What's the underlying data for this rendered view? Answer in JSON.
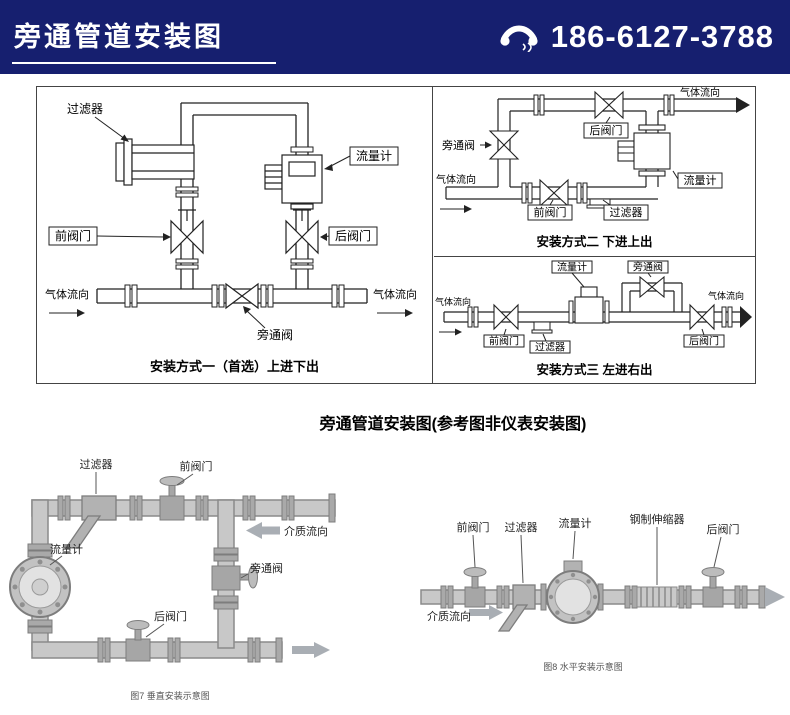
{
  "colors": {
    "header_bg": "#161f6f",
    "header_fg": "#ffffff"
  },
  "header": {
    "title": "旁通管道安装图",
    "phone": "186-6127-3788"
  },
  "subtitle": "旁通管道安装图(参考图非仪表安装图)",
  "panel1": {
    "caption": "安装方式一（首选）上进下出",
    "labels": {
      "filter": "过滤器",
      "flow_meter": "流量计",
      "front_valve": "前阀门",
      "rear_valve": "后阀门",
      "bypass_valve": "旁通阀",
      "gas_flow_in": "气体流向",
      "gas_flow_out": "气体流向"
    }
  },
  "panel2": {
    "caption": "安装方式二 下进上出",
    "labels": {
      "gas_flow_out": "气体流向",
      "rear_valve": "后阀门",
      "bypass_valve": "旁通阀",
      "flow_meter": "流量计",
      "gas_flow_in": "气体流向",
      "front_valve": "前阀门",
      "filter": "过滤器"
    }
  },
  "panel3": {
    "caption": "安装方式三 左进右出",
    "labels": {
      "gas_flow_in": "气体流向",
      "front_valve": "前阀门",
      "filter": "过滤器",
      "flow_meter": "流量计",
      "bypass_valve": "旁通阀",
      "rear_valve": "后阀门",
      "gas_flow_out": "气体流向"
    }
  },
  "figure7": {
    "caption": "图7 垂直安装示意图",
    "labels": {
      "filter": "过滤器",
      "front_valve": "前阀门",
      "media_flow": "介质流向",
      "flow_meter": "流量计",
      "bypass_valve": "旁通阀",
      "rear_valve": "后阀门"
    }
  },
  "figure8": {
    "caption": "图8 水平安装示意图",
    "labels": {
      "front_valve": "前阀门",
      "filter": "过滤器",
      "flow_meter": "流量计",
      "expansion_joint": "钢制伸缩器",
      "rear_valve": "后阀门",
      "media_flow": "介质流向"
    }
  }
}
